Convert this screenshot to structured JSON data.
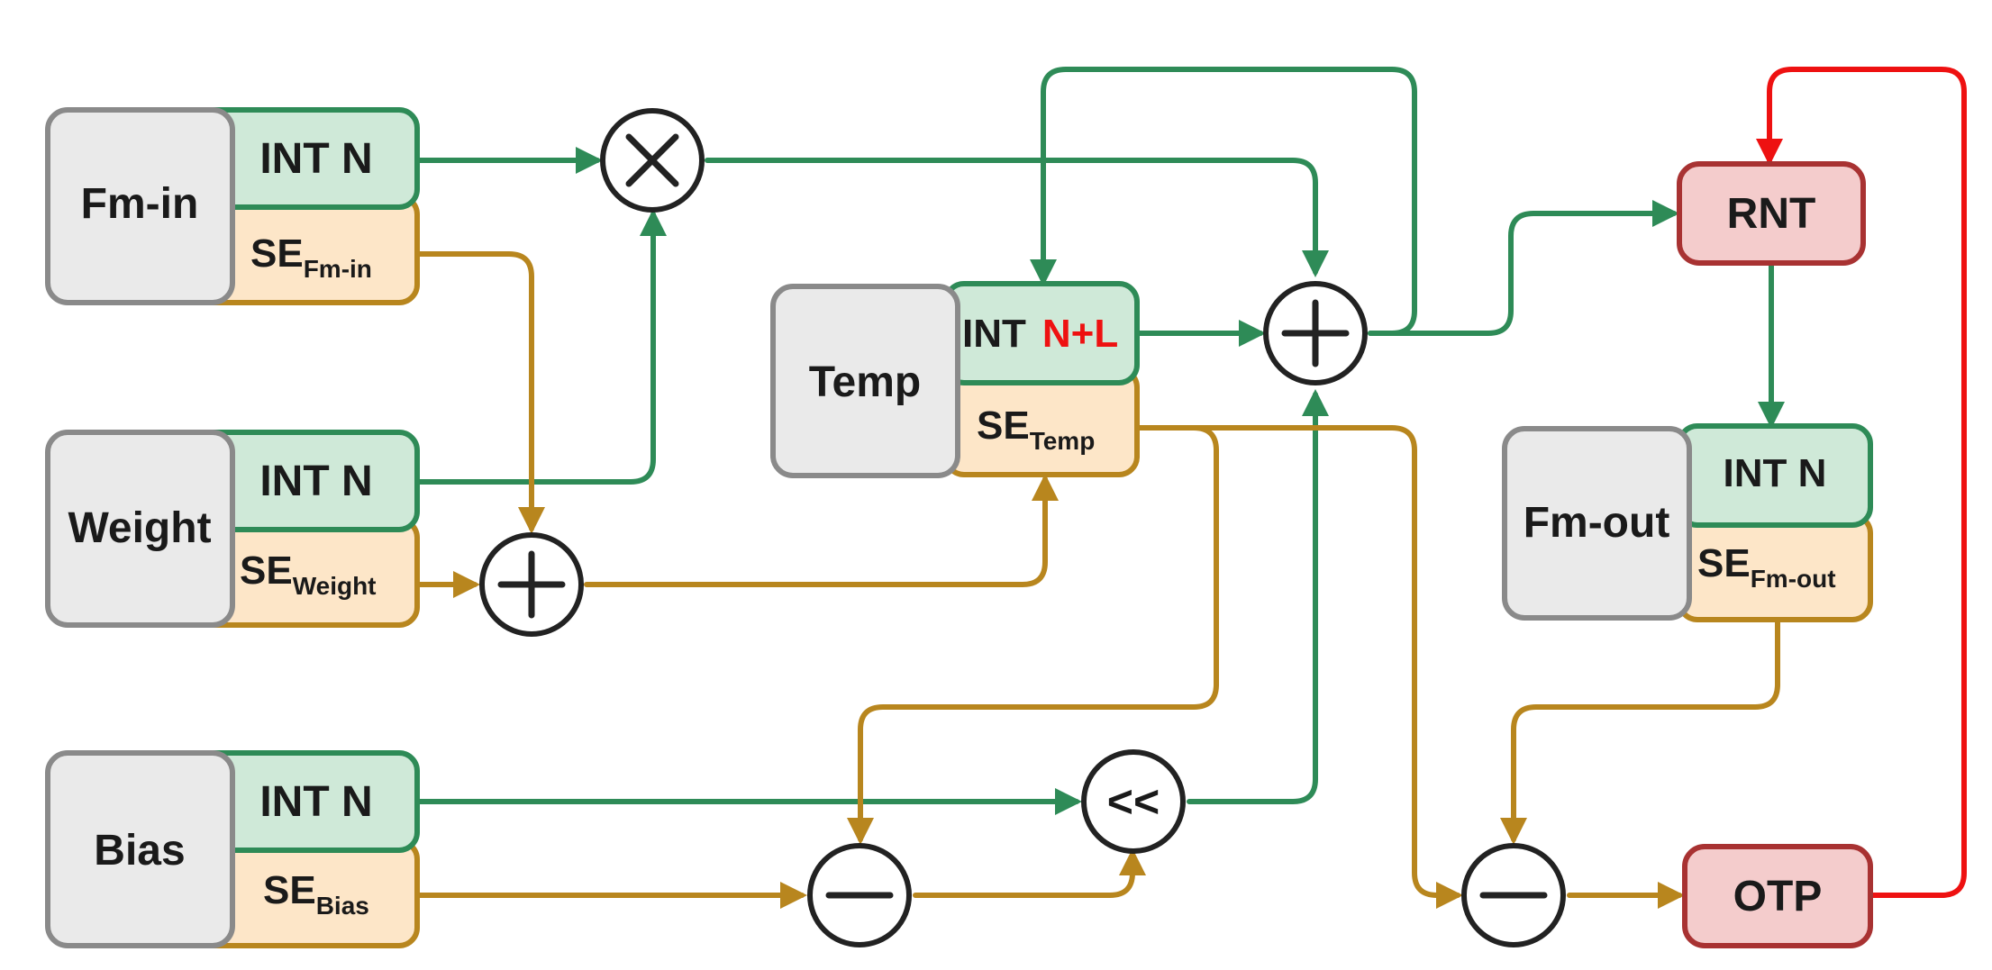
{
  "blocks": {
    "fm_in": {
      "name": "Fm-in",
      "int_label": "INT N",
      "se_main": "SE",
      "se_sub": "Fm-in"
    },
    "weight": {
      "name": "Weight",
      "int_label": "INT N",
      "se_main": "SE",
      "se_sub": "Weight"
    },
    "bias": {
      "name": "Bias",
      "int_label": "INT N",
      "se_main": "SE",
      "se_sub": "Bias"
    },
    "temp": {
      "name": "Temp",
      "int_prefix": "INT",
      "int_highlight": "N+L",
      "se_main": "SE",
      "se_sub": "Temp"
    },
    "fm_out": {
      "name": "Fm-out",
      "int_label": "INT N",
      "se_main": "SE",
      "se_sub": "Fm-out"
    }
  },
  "units": {
    "rnt": "RNT",
    "otp": "OTP",
    "shift": "<<"
  },
  "colors": {
    "int_fill": "#cfe9d8",
    "int_border": "#2e8b57",
    "se_fill": "#fde6c8",
    "se_border": "#b8861e",
    "block_fill": "#eaeaea",
    "block_border": "#8a8a8a",
    "unit_fill": "#f4cccc",
    "unit_border": "#a83232",
    "highlight_text": "#ee1111"
  }
}
